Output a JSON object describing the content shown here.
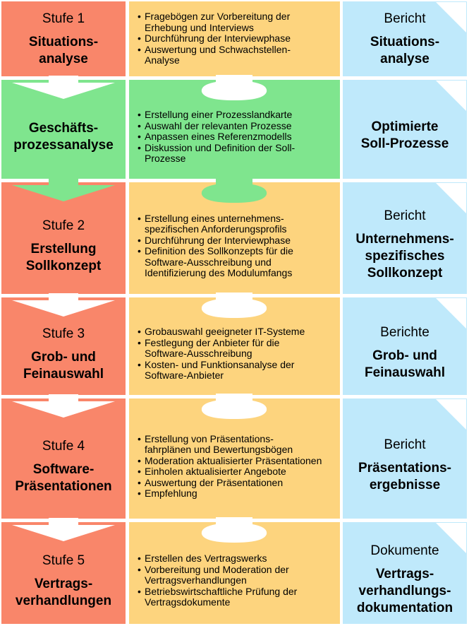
{
  "rows": [
    {
      "stage": "Stufe 1",
      "stage_title": [
        "Situations-",
        "analyse"
      ],
      "activities": [
        "Fragebögen zur Vorbereitung der Erhebung und Interviews",
        "Durchführung der Interviewphase",
        "Auswertung und Schwachstellen-Analyse"
      ],
      "result_kind": "Bericht",
      "result_title": [
        "Situations-",
        "analyse"
      ]
    },
    {
      "stage": "",
      "stage_title": [
        "Geschäfts-",
        "prozessanalyse"
      ],
      "activities": [
        "Erstellung einer Prozesslandkarte",
        "Auswahl der relevanten Prozesse",
        "Anpassen eines Referenzmodells",
        "Diskussion und Definition der Soll-Prozesse"
      ],
      "result_kind": "",
      "result_title": [
        "Optimierte",
        "Soll-Prozesse"
      ]
    },
    {
      "stage": "Stufe 2",
      "stage_title": [
        "Erstellung",
        "Sollkonzept"
      ],
      "activities": [
        "Erstellung eines unternehmens-spezifischen Anforderungsprofils",
        "Durchführung der Interviewphase",
        "Definition des Sollkonzepts für die Software-Ausschreibung und Identifizierung des Modulumfangs"
      ],
      "result_kind": "Bericht",
      "result_title": [
        "Unternehmens-",
        "spezifisches",
        "Sollkonzept"
      ]
    },
    {
      "stage": "Stufe 3",
      "stage_title": [
        "Grob- und",
        "Feinauswahl"
      ],
      "activities": [
        "Grobauswahl geeigneter IT-Systeme",
        "Festlegung der Anbieter für die Software-Ausschreibung",
        "Kosten- und Funktionsanalyse der Software-Anbieter"
      ],
      "result_kind": "Berichte",
      "result_title": [
        "Grob- und",
        "Feinauswahl"
      ]
    },
    {
      "stage": "Stufe 4",
      "stage_title": [
        "Software-",
        "Präsentationen"
      ],
      "activities": [
        "Erstellung von Präsentations-fahrplänen und Bewertungsbögen",
        "Moderation aktualisierter Präsentationen",
        "Einholen aktualisierter Angebote",
        "Auswertung der Präsentationen",
        "Empfehlung"
      ],
      "result_kind": "Bericht",
      "result_title": [
        "Präsentations-",
        "ergebnisse"
      ]
    },
    {
      "stage": "Stufe 5",
      "stage_title": [
        "Vertrags-",
        "verhandlungen"
      ],
      "activities": [
        "Erstellen des Vertragswerks",
        "Vorbereitung und Moderation der Vertragsverhandlungen",
        "Betriebswirtschaftliche Prüfung der Vertragsdokumente"
      ],
      "result_kind": "Dokumente",
      "result_title": [
        "Vertrags-",
        "verhandlungs-",
        "dokumentation"
      ]
    }
  ],
  "activity_lines": [
    [
      "Fragebögen zur Vorbereitung der",
      "Erhebung und Interviews",
      "Durchführung der Interviewphase",
      "Auswertung und Schwachstellen-",
      "Analyse"
    ],
    [
      "Erstellung einer Prozesslandkarte",
      "Auswahl der relevanten Prozesse",
      "Anpassen eines Referenzmodells",
      "Diskussion und Definition der Soll-",
      "Prozesse"
    ],
    [
      "Erstellung eines unternehmens-",
      "spezifischen Anforderungsprofils",
      "Durchführung der Interviewphase",
      "Definition des Sollkonzepts für die",
      "Software-Ausschreibung und",
      "Identifizierung des Modulumfangs"
    ],
    [
      "Grobauswahl geeigneter IT-Systeme",
      "Festlegung der Anbieter für die",
      "Software-Ausschreibung",
      "Kosten- und Funktionsanalyse der",
      "Software-Anbieter"
    ],
    [
      "Erstellung von Präsentations-",
      "fahrplänen und Bewertungsbögen",
      "Moderation aktualisierter Präsentationen",
      "Einholen aktualisierter Angebote",
      "Auswertung der Präsentationen",
      "Empfehlung"
    ],
    [
      "Erstellen des Vertragswerks",
      "Vorbereitung und Moderation der",
      "Vertragsverhandlungen",
      "Betriebswirtschaftliche Prüfung der",
      "Vertragsdokumente"
    ]
  ],
  "colors": {
    "stage_red": "#f9866a",
    "stage_green": "#7fe58e",
    "activity_yellow": "#fdd47e",
    "activity_green": "#7fe58e",
    "result_blue": "#bfe9fb",
    "connector_white": "#ffffff"
  }
}
